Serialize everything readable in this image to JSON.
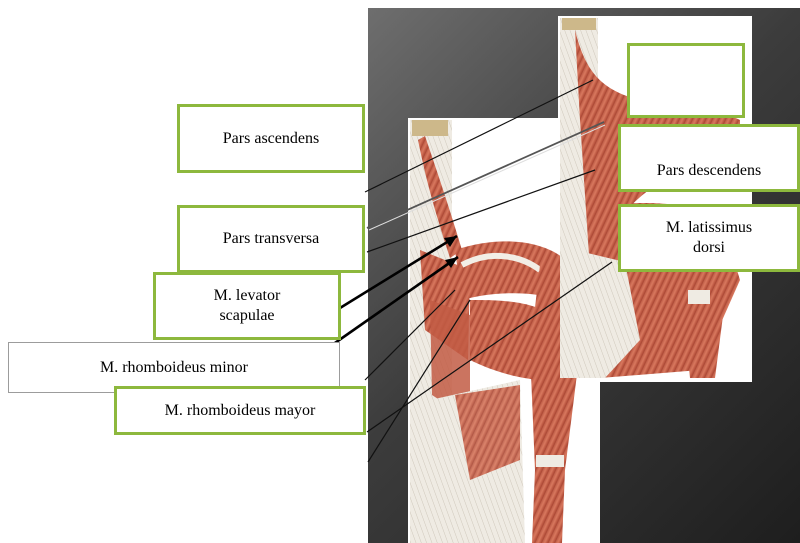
{
  "labels": {
    "pars_ascendens": "Pars ascendens",
    "pars_transversa": "Pars transversa",
    "levator_line1": "M. levator",
    "levator_line2": "scapulae",
    "rhomboideus_minor": "M. rhomboideus minor",
    "rhomboideus_mayor": "M. rhomboideus mayor",
    "pars_descendens": "Pars descendens",
    "latissimus_line1": "M. latissimus",
    "latissimus_line2": "dorsi"
  },
  "colors": {
    "box_border": "#8db83d",
    "muscle": "#c8624a",
    "muscle_dark": "#9e3f2e",
    "tendon": "#ece8e0",
    "background_dark": "#2a2a2a"
  }
}
